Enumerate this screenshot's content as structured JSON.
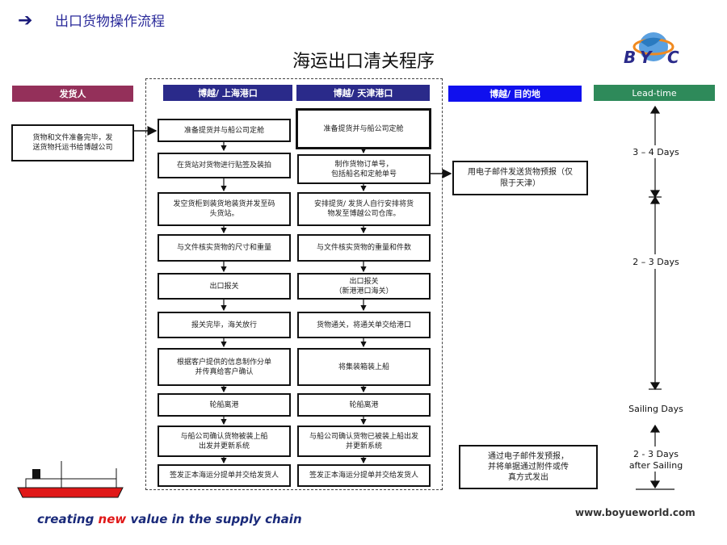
{
  "header": {
    "arrow": "➔",
    "title": "出口货物操作流程"
  },
  "main_title": "海运出口清关程序",
  "columns": {
    "shipper": "发货人",
    "shanghai": "博越/ 上海港口",
    "tianjin": "博越/ 天津港口",
    "destination": "博越/ 目的地",
    "leadtime": "Lead-time"
  },
  "shipper_box": "货物和文件准备完毕，发\n送货物托运书给博越公司",
  "shanghai_steps": [
    "准备提货并与船公司定舱",
    "在货站对货物进行贴签及装拍",
    "发空货柜到装货地装货并发至码\n头货站。",
    "与文件核实货物的尺寸和重量",
    "出口报关",
    "报关完毕，海关放行",
    "根据客户提供的信息制作分单\n并传真给客户确认",
    "轮船离港",
    "与船公司确认货物被装上船\n出发并更新系统",
    "签发正本海运分提单并交给发货人"
  ],
  "tianjin_steps": [
    "准备提货并与船公司定舱",
    "制作货物订单号，\n包括船名和定舱单号",
    "安排提货/ 发货人自行安排将货\n物发至博越公司仓库。",
    "与文件核实货物的重量和件数",
    "出口报关\n（新港港口海关）",
    "货物通关，将通关单交给港口",
    "将集装箱装上船",
    "轮船离港",
    "与船公司确认货物已被装上船出发\n并更新系统",
    "签发正本海运分提单并交给发货人"
  ],
  "destination_boxes": {
    "prealert": "用电子邮件发送货物预报（仅\n限于天津）",
    "send_docs": "通过电子邮件发预报，\n并将单据通过附件或传\n真方式发出"
  },
  "leadtimes": [
    "3 – 4 Days",
    "2 – 3 Days",
    "Sailing Days",
    "2 - 3 Days\nafter Sailing"
  ],
  "logo": {
    "text": "BYC"
  },
  "footer": {
    "slogan_pre": "creating ",
    "slogan_hl": "new",
    "slogan_post": " value in the supply chain",
    "url": "www.boyueworld.com"
  },
  "colors": {
    "shipper_head": "#94305a",
    "port_head": "#2a2a8a",
    "dest_head": "#1010ee",
    "lead_head": "#2e8a5a",
    "ship_red": "#e01818"
  }
}
